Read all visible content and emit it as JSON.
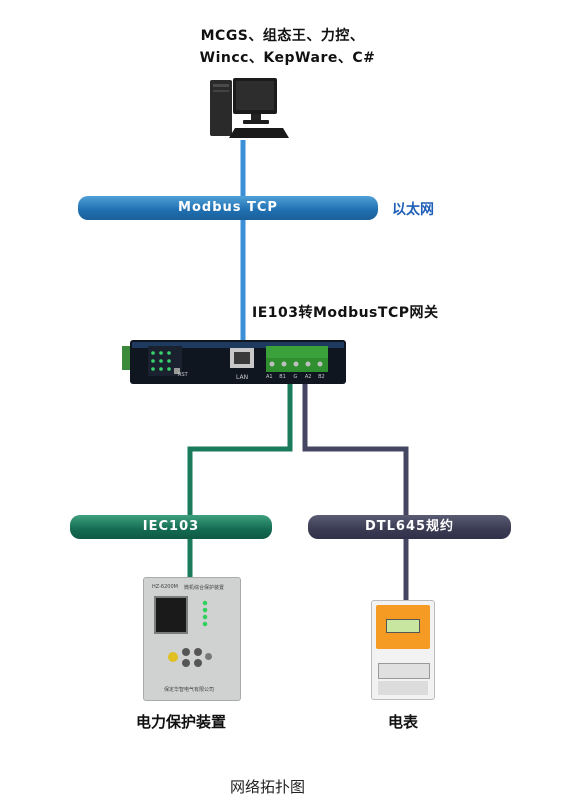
{
  "software": {
    "line1": "MCGS、组态王、力控、",
    "line2": "Wincc、KepWare、C#"
  },
  "ethernet_bus": {
    "label": "Modbus TCP",
    "network_name": "以太网"
  },
  "gateway": {
    "title": "IE103转ModbusTCP网关",
    "port_label": "LAN",
    "terminal_labels": [
      "A1",
      "B1",
      "G",
      "A2",
      "B2"
    ],
    "rst_label": "RST"
  },
  "left_bus": {
    "label": "IEC103"
  },
  "right_bus": {
    "label": "DTL645规约"
  },
  "protection_device": {
    "name": "电力保护装置",
    "model_text": "HZ-6200M",
    "panel_title": "微机综合保护装置",
    "maker_text": "保定华智电气有限公司"
  },
  "meter": {
    "name": "电表"
  },
  "figure_caption": "网络拓扑图",
  "colors": {
    "ethernet": "#3a8fd6",
    "iec103": "#1a7a5c",
    "dtl645": "#454661",
    "network_label": "#1f5fb8"
  }
}
